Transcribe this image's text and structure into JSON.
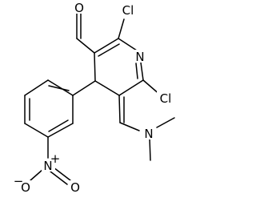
{
  "atoms": [
    {
      "id": "o_aldehyde",
      "text": "O"
    },
    {
      "id": "cl_top",
      "text": "Cl"
    },
    {
      "id": "n_ring",
      "text": "N"
    },
    {
      "id": "cl_right",
      "text": "Cl"
    },
    {
      "id": "n_amine",
      "text": "N"
    },
    {
      "id": "n_nitro",
      "text": "N",
      "charge": "+"
    },
    {
      "id": "o_nitro_double",
      "text": "O"
    },
    {
      "id": "o_nitro_minus",
      "text": "O",
      "charge": "−"
    }
  ],
  "colors": {
    "bond": "#000000",
    "label": "#000000",
    "background": "#ffffff"
  }
}
